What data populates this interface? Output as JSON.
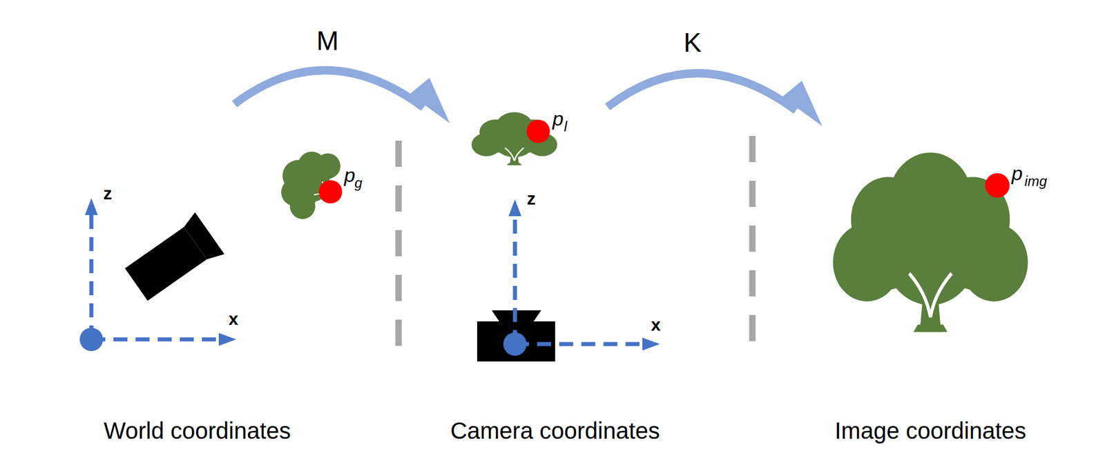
{
  "diagram": {
    "labels": [
      "M",
      "K",
      "z",
      "x",
      "p",
      "g",
      "z",
      "x",
      "p",
      "l",
      "p",
      "img",
      "World coordinates",
      "Camera coordinates",
      "Image coordinates"
    ]
  }
}
